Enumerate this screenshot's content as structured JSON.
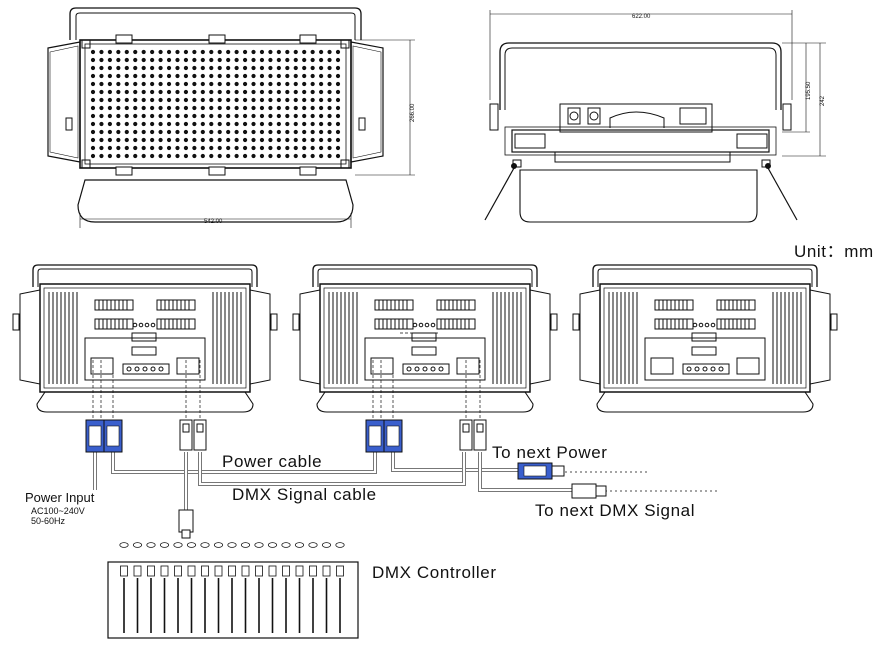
{
  "labels": {
    "unit": "Unit：mm",
    "power_cable": "Power cable",
    "dmx_cable": "DMX Signal cable",
    "next_power": "To next Power",
    "next_dmx": "To next DMX Signal",
    "power_input": "Power Input",
    "voltage": "AC100~240V",
    "frequency": "50-60Hz",
    "controller": "DMX Controller"
  },
  "dimensions": {
    "front_width": "542.00",
    "front_height": "266.00",
    "side_width": "622.00",
    "side_height_inner": "195.50",
    "side_height_outer": "242"
  },
  "colors": {
    "line": "#111111",
    "connector_blue": "#3a5fcd",
    "cable_gray": "#777777"
  },
  "fixture_count": 3,
  "controller_fader_count": 17
}
